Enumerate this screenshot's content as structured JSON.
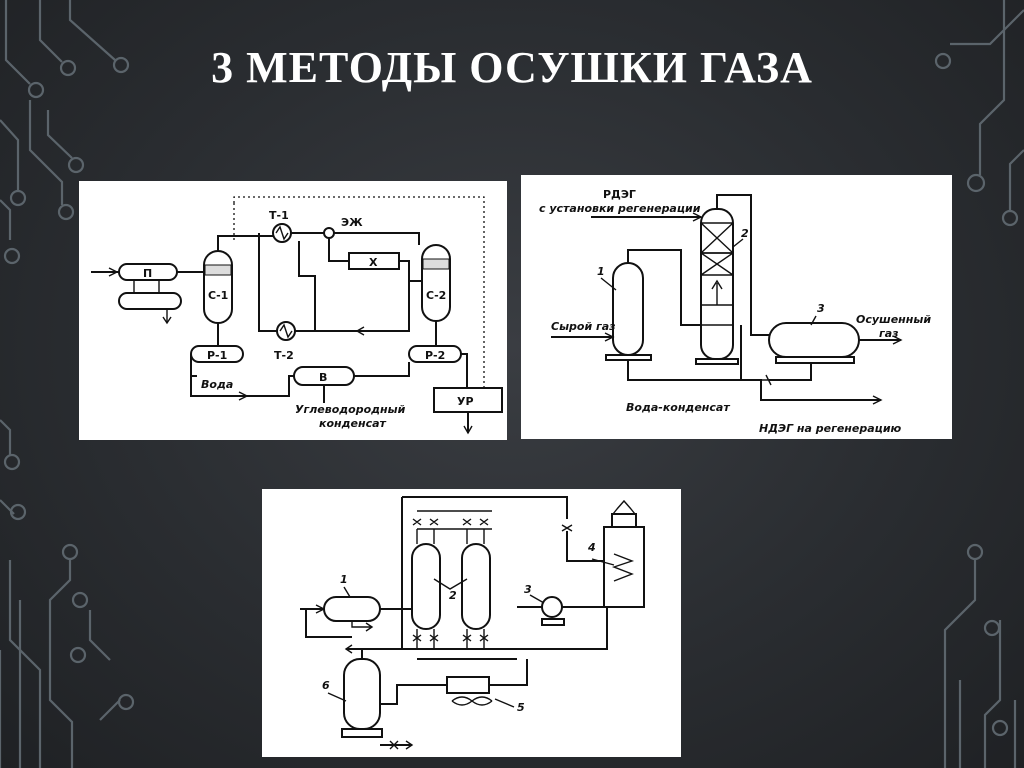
{
  "slide": {
    "title": "3  МЕТОДЫ ОСУШКИ ГАЗА"
  },
  "diagram1": {
    "labels": {
      "p": "П",
      "t1": "Т-1",
      "ezh": "ЭЖ",
      "c1": "С-1",
      "c2": "С-2",
      "x": "Х",
      "t2": "Т-2",
      "r1": "Р-1",
      "r2": "Р-2",
      "voda": "Вода",
      "v": "В",
      "ur": "УР",
      "condensate_line1": "Углеводородный",
      "condensate_line2": "конденсат"
    }
  },
  "diagram2": {
    "labels": {
      "rdeg": "РДЭГ",
      "from_regen": "с установки регенерации",
      "n1": "1",
      "n2": "2",
      "n3": "3",
      "raw_gas": "Сырой газ",
      "dried_gas_line1": "Осушенный",
      "dried_gas_line2": "газ",
      "water_condensate": "Вода-конденсат",
      "ndeg": "НДЭГ на регенерацию"
    }
  },
  "diagram3": {
    "labels": {
      "n1": "1",
      "n2": "2",
      "n3": "3",
      "n4": "4",
      "n5": "5",
      "n6": "6"
    }
  }
}
